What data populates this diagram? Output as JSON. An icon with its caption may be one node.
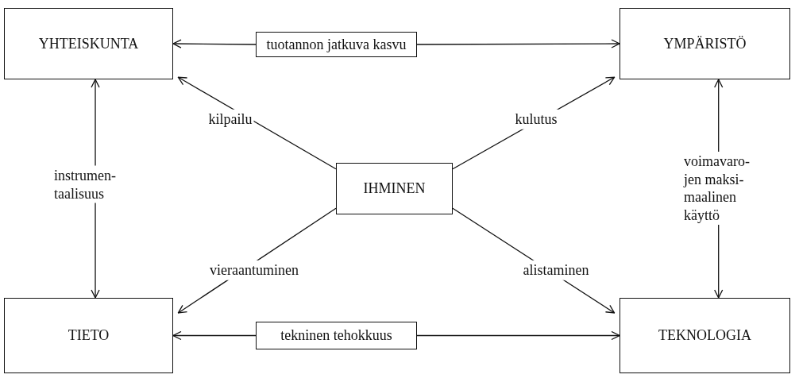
{
  "diagram": {
    "nodes": [
      {
        "text": [
          "YHTEISKUNTA"
        ]
      },
      {
        "text": [
          "tuotannon jatkuva kasvu"
        ]
      },
      {
        "text": [
          "YMPÄRISTÖ"
        ]
      },
      {
        "text": [
          "IHMINEN"
        ]
      },
      {
        "text": [
          "TIETO"
        ]
      },
      {
        "text": [
          "tekninen tehokkuus"
        ]
      },
      {
        "text": [
          "TEKNOLOGIA"
        ]
      }
    ],
    "edges": [
      {
        "from": 1,
        "to": 0,
        "arrow": "to"
      },
      {
        "from": 1,
        "to": 2,
        "arrow": "to"
      },
      {
        "from": 3,
        "to": 0,
        "arrow": "to",
        "label": "kilpailu"
      },
      {
        "from": 3,
        "to": 2,
        "arrow": "to",
        "label": "kulutus"
      },
      {
        "from": 3,
        "to": 4,
        "arrow": "to",
        "label": "vieraantuminen"
      },
      {
        "from": 3,
        "to": 6,
        "arrow": "to",
        "label": "alistaminen"
      },
      {
        "from": 0,
        "to": 4,
        "arrow": "both",
        "label": "instrumen- taalisuus"
      },
      {
        "from": 2,
        "to": 6,
        "arrow": "both",
        "label": "voimavaro- jen maksi- maalinen käyttö"
      },
      {
        "from": 5,
        "to": 4,
        "arrow": "to"
      },
      {
        "from": 5,
        "to": 6,
        "arrow": "to"
      }
    ]
  }
}
